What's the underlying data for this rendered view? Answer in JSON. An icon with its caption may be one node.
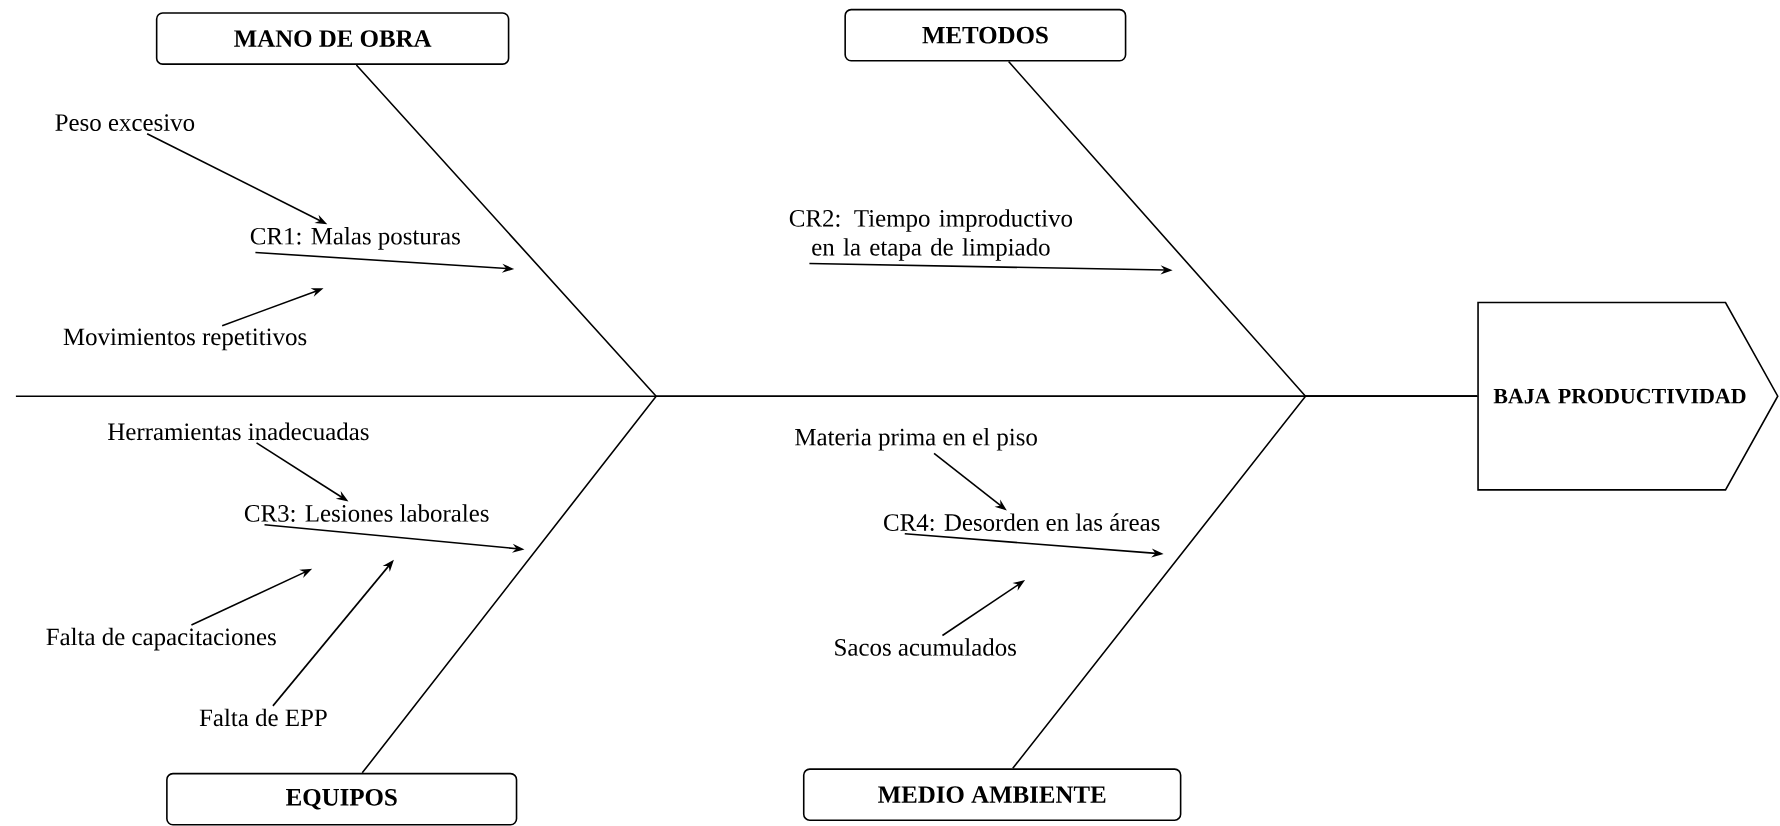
{
  "diagram": {
    "nodes": [
      {
        "text": [
          "MANO DE OBRA"
        ]
      },
      {
        "text": [
          "Peso excesivo"
        ]
      },
      {
        "text": [
          "CR1: Malas posturas"
        ]
      },
      {
        "text": [
          "Movimientos repetitivos"
        ]
      },
      {
        "text": [
          "METODOS"
        ]
      },
      {
        "text": [
          "CR2: Tiempo improductivo en la etapa de limpiado"
        ]
      },
      {
        "text": [
          "EQUIPOS"
        ]
      },
      {
        "text": [
          "Herramientas inadecuadas"
        ]
      },
      {
        "text": [
          "CR3: Lesiones laborales"
        ]
      },
      {
        "text": [
          "Falta de capacitaciones"
        ]
      },
      {
        "text": [
          "Falta de EPP"
        ]
      },
      {
        "text": [
          "MEDIO AMBIENTE"
        ]
      },
      {
        "text": [
          "Materia prima en el piso"
        ]
      },
      {
        "text": [
          "CR4: Desorden en las áreas"
        ]
      },
      {
        "text": [
          "Sacos acumulados"
        ]
      },
      {
        "text": [
          "BAJA PRODUCTIVIDAD"
        ]
      }
    ],
    "edges": [
      {
        "from": 0,
        "to": 15,
        "arrow": "none"
      },
      {
        "from": 4,
        "to": 15,
        "arrow": "none"
      },
      {
        "from": 6,
        "to": 15,
        "arrow": "none"
      },
      {
        "from": 11,
        "to": 15,
        "arrow": "none"
      },
      {
        "from": 1,
        "to": 2,
        "arrow": "to"
      },
      {
        "from": 2,
        "to": null,
        "arrow": "to"
      },
      {
        "from": 3,
        "to": null,
        "arrow": "to"
      },
      {
        "from": 5,
        "to": null,
        "arrow": "to"
      },
      {
        "from": 7,
        "to": 8,
        "arrow": "to"
      },
      {
        "from": 8,
        "to": null,
        "arrow": "to"
      },
      {
        "from": 9,
        "to": null,
        "arrow": "to"
      },
      {
        "from": 10,
        "to": null,
        "arrow": "to"
      },
      {
        "from": 12,
        "to": 13,
        "arrow": "to"
      },
      {
        "from": 13,
        "to": null,
        "arrow": "to"
      },
      {
        "from": 14,
        "to": null,
        "arrow": "to"
      }
    ]
  }
}
